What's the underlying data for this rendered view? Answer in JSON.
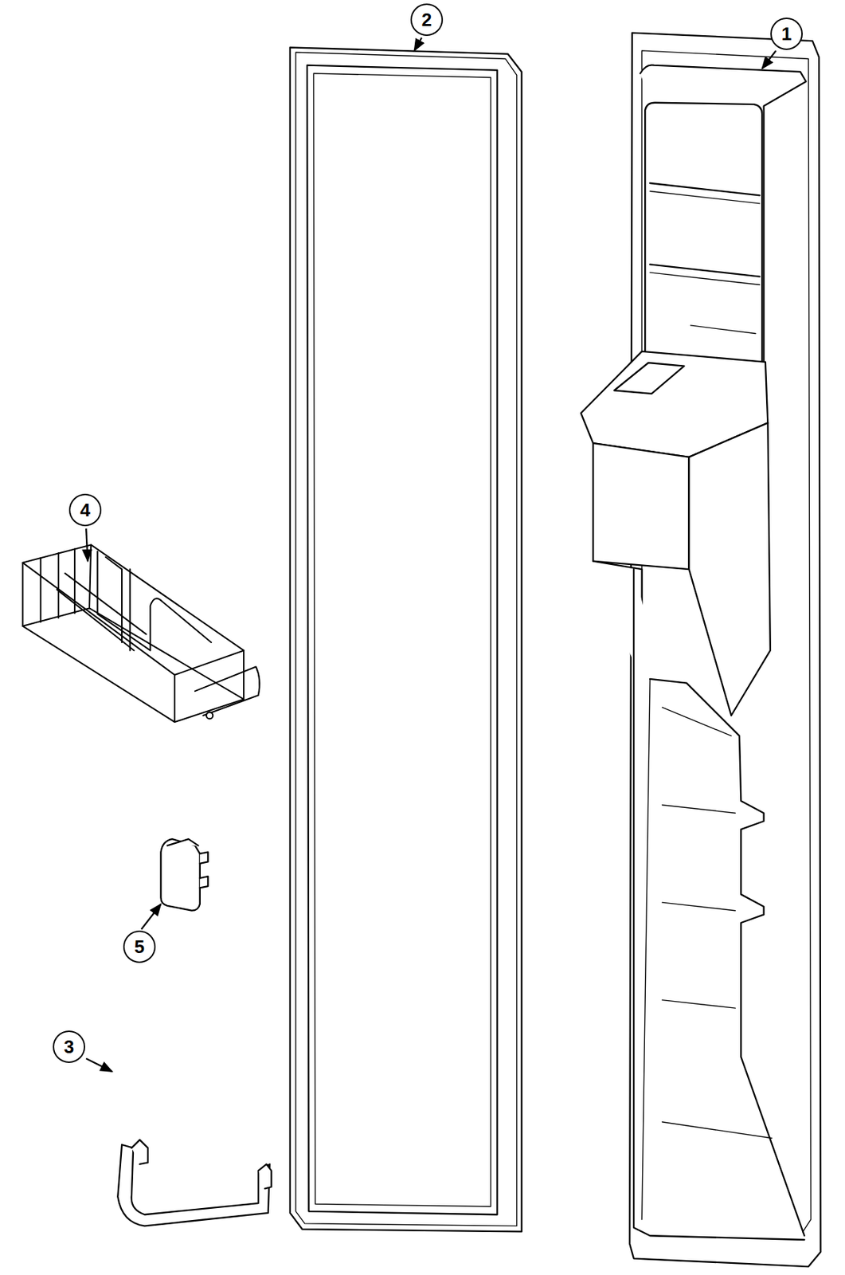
{
  "diagram": {
    "labels": [
      "2",
      "1",
      "4",
      "5",
      "3"
    ]
  }
}
